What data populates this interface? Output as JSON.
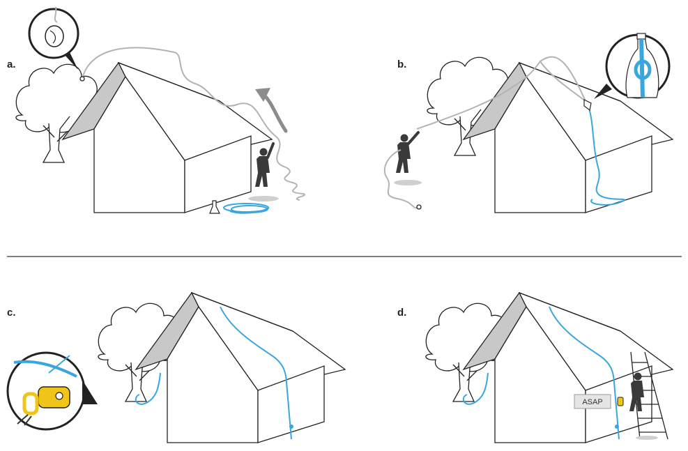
{
  "diagram": {
    "steps": [
      {
        "id": "a",
        "label": "a."
      },
      {
        "id": "b",
        "label": "b."
      },
      {
        "id": "c",
        "label": "c."
      },
      {
        "id": "d",
        "label": "d."
      }
    ],
    "device_label": "ASAP",
    "colors": {
      "outline": "#222222",
      "roof_shade": "#c8c8c8",
      "grey_line": "#b3b3b3",
      "rope_blue": "#3aa6de",
      "person": "#3a3a3a",
      "device_yellow": "#f0c419",
      "arrow_grey": "#8c8c8c",
      "divider": "#333333"
    },
    "icons": [
      "throw-weight-icon",
      "knot-detail-icon",
      "rope-device-icon",
      "person-icon",
      "ladder-icon"
    ]
  }
}
